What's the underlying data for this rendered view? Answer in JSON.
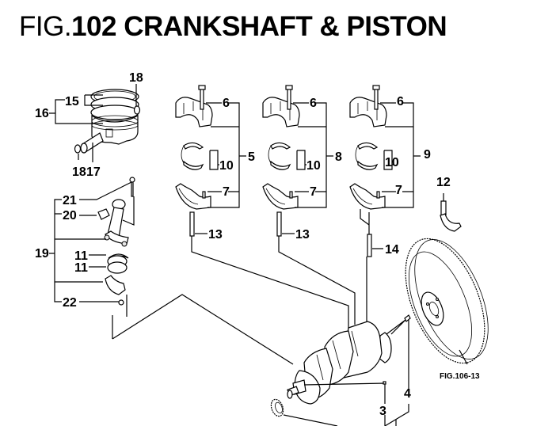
{
  "figure": {
    "number_prefix": "FIG.",
    "number": "102",
    "title": "CRANKSHAFT & PISTON"
  },
  "callouts": {
    "c3": "3",
    "c4": "4",
    "c5": "5",
    "c6a": "6",
    "c6b": "6",
    "c6c": "6",
    "c7a": "7",
    "c7b": "7",
    "c7c": "7",
    "c8": "8",
    "c9": "9",
    "c10a": "10",
    "c10b": "10",
    "c10c": "10",
    "c11a": "11",
    "c11b": "11",
    "c12": "12",
    "c13a": "13",
    "c13b": "13",
    "c14": "14",
    "c15": "15",
    "c16": "16",
    "c17": "17",
    "c18a": "18",
    "c18b": "18",
    "c19": "19",
    "c20": "20",
    "c21": "21",
    "c22": "22"
  },
  "references": {
    "flywheel_ref": "FIG.106-13"
  },
  "parts": [
    {
      "id": "crankshaft",
      "icon": "crankshaft-icon"
    },
    {
      "id": "flywheel",
      "icon": "flywheel-icon"
    },
    {
      "id": "piston",
      "icon": "piston-icon"
    },
    {
      "id": "connecting-rod",
      "icon": "connecting-rod-icon"
    },
    {
      "id": "main-bearing-cap",
      "icon": "bearing-cap-icon"
    },
    {
      "id": "crank-gear",
      "icon": "gear-icon"
    }
  ]
}
